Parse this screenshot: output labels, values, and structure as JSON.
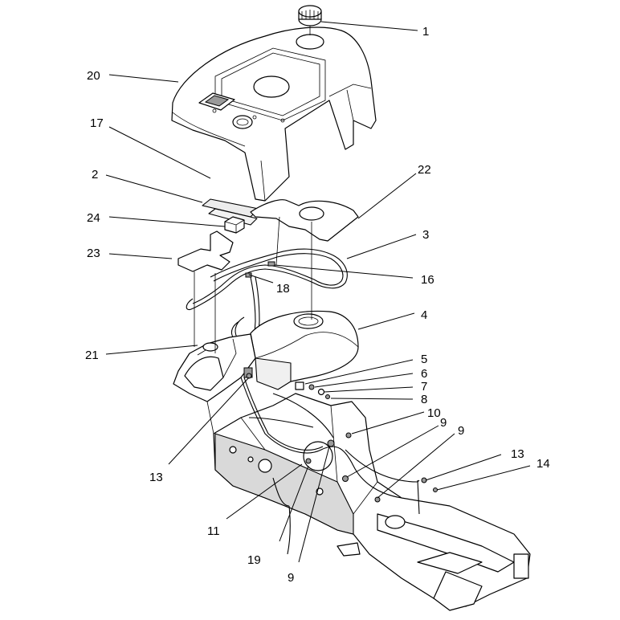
{
  "callouts": [
    {
      "id": "c1",
      "label": "1"
    },
    {
      "id": "c20",
      "label": "20"
    },
    {
      "id": "c17",
      "label": "17"
    },
    {
      "id": "c2",
      "label": "2"
    },
    {
      "id": "c22",
      "label": "22"
    },
    {
      "id": "c24",
      "label": "24"
    },
    {
      "id": "c3",
      "label": "3"
    },
    {
      "id": "c23",
      "label": "23"
    },
    {
      "id": "c16",
      "label": "16"
    },
    {
      "id": "c18",
      "label": "18"
    },
    {
      "id": "c4",
      "label": "4"
    },
    {
      "id": "c21",
      "label": "21"
    },
    {
      "id": "c5",
      "label": "5"
    },
    {
      "id": "c6",
      "label": "6"
    },
    {
      "id": "c7",
      "label": "7"
    },
    {
      "id": "c8",
      "label": "8"
    },
    {
      "id": "c10",
      "label": "10"
    },
    {
      "id": "c9a",
      "label": "9"
    },
    {
      "id": "c9b",
      "label": "9"
    },
    {
      "id": "c13a",
      "label": "13"
    },
    {
      "id": "c13b",
      "label": "13"
    },
    {
      "id": "c14",
      "label": "14"
    },
    {
      "id": "c11",
      "label": "11"
    },
    {
      "id": "c19",
      "label": "19"
    },
    {
      "id": "c9c",
      "label": "9"
    }
  ]
}
